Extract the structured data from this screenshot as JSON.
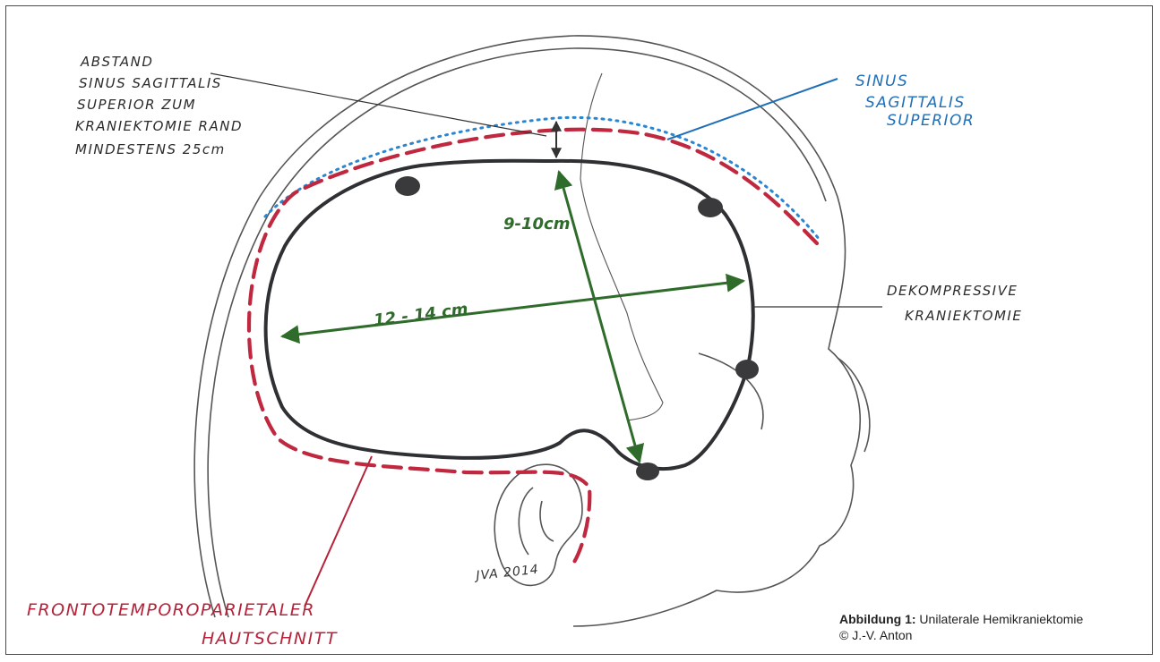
{
  "labels": {
    "abstand": [
      "ABSTAND",
      "SINUS SAGITTALIS",
      "SUPERIOR ZUM",
      "KRANIEKTOMIE RAND",
      "MINDESTENS 25cm"
    ],
    "sinus": [
      "SINUS",
      "SAGITTALIS",
      "SUPERIOR"
    ],
    "dekompressive": [
      "DEKOMPRESSIVE",
      "KRANIEKTOMIE"
    ],
    "hautschnitt": [
      "FRONTOTEMPOROPARIETALER",
      "HAUTSCHNITT"
    ],
    "vertical_measure": "9-10cm",
    "horizontal_measure": "12 - 14 cm",
    "signature": "JVA 2014"
  },
  "caption": {
    "title": "Abbildung 1:",
    "text": " Unilaterale Hemikraniektomie",
    "credit": "© J.-V. Anton"
  },
  "colors": {
    "skull_line": "#2f3033",
    "sinus_blue": "#2a86d1",
    "incision_red": "#c0283f",
    "measure_green": "#2f6b2a"
  }
}
